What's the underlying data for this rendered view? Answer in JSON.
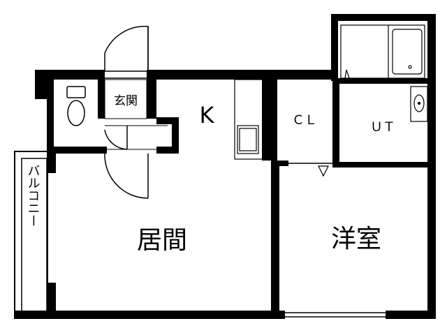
{
  "floorplan": {
    "rooms": {
      "kitchen": "K",
      "closet": "ＣＬ",
      "utility": "ＵＴ",
      "living": "居間",
      "western_room": "洋室",
      "entrance": "玄関",
      "balcony": "バルコニー"
    },
    "colors": {
      "wall": "#000000",
      "fixture": "#333333",
      "background": "#ffffff"
    },
    "icons": [
      "toilet-icon",
      "bathtub-icon",
      "sink-icon",
      "stove-icon",
      "door-swing-icon"
    ]
  }
}
